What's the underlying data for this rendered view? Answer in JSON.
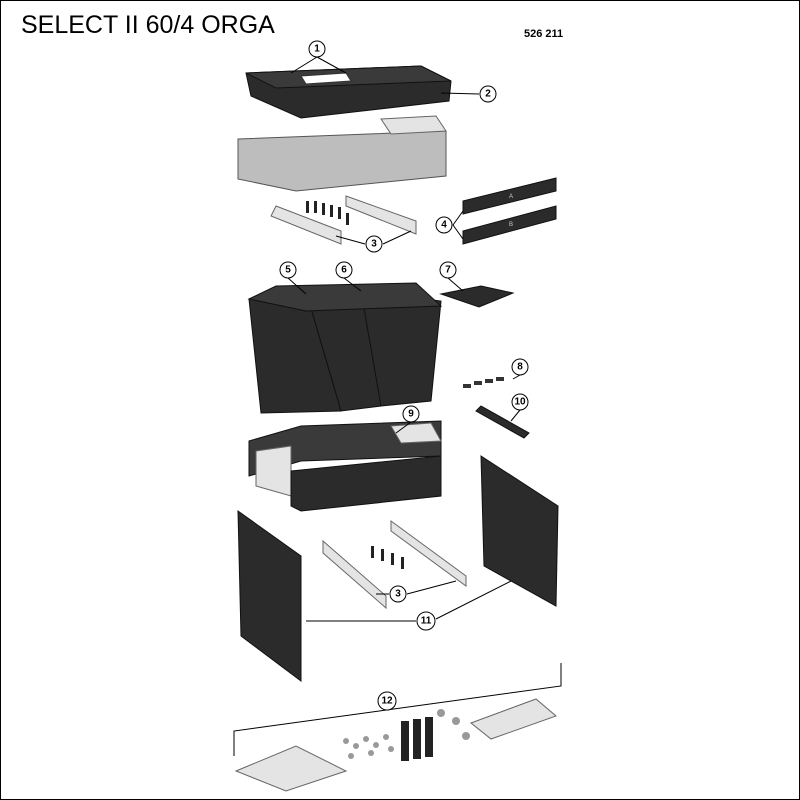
{
  "title": "SELECT II 60/4 ORGA",
  "article_number": "526 211",
  "callouts": [
    {
      "label": "1"
    },
    {
      "label": "2"
    },
    {
      "label": "3"
    },
    {
      "label": "4"
    },
    {
      "label": "5"
    },
    {
      "label": "6"
    },
    {
      "label": "7"
    },
    {
      "label": "8"
    },
    {
      "label": "9"
    },
    {
      "label": "10"
    },
    {
      "label": "3"
    },
    {
      "label": "11"
    },
    {
      "label": "12"
    }
  ],
  "rail_labels": {
    "a": "A",
    "b": "B"
  }
}
